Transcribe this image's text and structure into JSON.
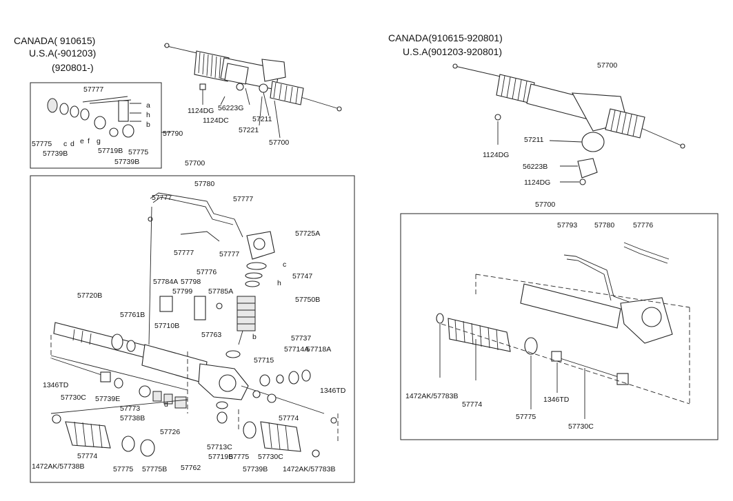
{
  "headers": {
    "left_1": "CANADA( 910615)",
    "left_2": "U.S.A(-901203)",
    "left_3": "(920801-)",
    "right_1": "CANADA(910615-920801)",
    "right_2": "U.S.A(901203-920801)"
  },
  "labels": [
    {
      "id": "l-57777-a",
      "text": "57777"
    },
    {
      "id": "l-a",
      "text": "a"
    },
    {
      "id": "l-h",
      "text": "h"
    },
    {
      "id": "l-b",
      "text": "b"
    },
    {
      "id": "l-57775-a",
      "text": "57775"
    },
    {
      "id": "l-c",
      "text": "c"
    },
    {
      "id": "l-d",
      "text": "d"
    },
    {
      "id": "l-e",
      "text": "e"
    },
    {
      "id": "l-f",
      "text": "f"
    },
    {
      "id": "l-g",
      "text": "g"
    },
    {
      "id": "l-57739b-a",
      "text": "57739B"
    },
    {
      "id": "l-57719b-a",
      "text": "57719B"
    },
    {
      "id": "l-57775-b",
      "text": "57775"
    },
    {
      "id": "l-57739b-b",
      "text": "57739B"
    },
    {
      "id": "l-57790",
      "text": "57790"
    },
    {
      "id": "l-1124dg-a",
      "text": "1124DG"
    },
    {
      "id": "l-56223g-a",
      "text": "56223G"
    },
    {
      "id": "l-1124dc",
      "text": "1124DC"
    },
    {
      "id": "l-57211-a",
      "text": "57211"
    },
    {
      "id": "l-57221",
      "text": "57221"
    },
    {
      "id": "l-57700-a",
      "text": "57700"
    },
    {
      "id": "l-57700-b",
      "text": "57700"
    },
    {
      "id": "l-57780",
      "text": "57780"
    },
    {
      "id": "l-57777-b",
      "text": "57777"
    },
    {
      "id": "l-57777-c",
      "text": "57777"
    },
    {
      "id": "l-57725a",
      "text": "57725A"
    },
    {
      "id": "l-57777-d",
      "text": "57777"
    },
    {
      "id": "l-57777-e",
      "text": "57777"
    },
    {
      "id": "l-57776-a",
      "text": "57776"
    },
    {
      "id": "l-c2",
      "text": "c"
    },
    {
      "id": "l-57747",
      "text": "57747"
    },
    {
      "id": "l-57784a",
      "text": "57784A"
    },
    {
      "id": "l-57798",
      "text": "57798"
    },
    {
      "id": "l-57799",
      "text": "57799"
    },
    {
      "id": "l-57785a",
      "text": "57785A"
    },
    {
      "id": "l-h2",
      "text": "h"
    },
    {
      "id": "l-57750b",
      "text": "57750B"
    },
    {
      "id": "l-57720b",
      "text": "57720B"
    },
    {
      "id": "l-57761",
      "text": "57761B"
    },
    {
      "id": "l-57710b",
      "text": "57710B"
    },
    {
      "id": "l-57763",
      "text": "57763"
    },
    {
      "id": "l-b2",
      "text": "b"
    },
    {
      "id": "l-57737",
      "text": "57737"
    },
    {
      "id": "l-57714a",
      "text": "57714A"
    },
    {
      "id": "l-57718a",
      "text": "57718A"
    },
    {
      "id": "l-57715",
      "text": "57715"
    },
    {
      "id": "l-1346td-a",
      "text": "1346TD"
    },
    {
      "id": "l-57730c-a",
      "text": "57730C"
    },
    {
      "id": "l-57739e",
      "text": "57739E"
    },
    {
      "id": "l-57773",
      "text": "57773"
    },
    {
      "id": "l-57738b",
      "text": "57738B"
    },
    {
      "id": "l-d2",
      "text": "d"
    },
    {
      "id": "l-1346td-b",
      "text": "1346TD"
    },
    {
      "id": "l-57774-a",
      "text": "57774"
    },
    {
      "id": "l-57726",
      "text": "57726"
    },
    {
      "id": "l-57713c",
      "text": "57713C"
    },
    {
      "id": "l-57719b-b",
      "text": "57719B"
    },
    {
      "id": "l-57774-b",
      "text": "57774"
    },
    {
      "id": "l-1472ak-a",
      "text": "1472AK/57738B"
    },
    {
      "id": "l-57775-c",
      "text": "57775"
    },
    {
      "id": "l-57775b",
      "text": "57775B"
    },
    {
      "id": "l-57762",
      "text": "57762"
    },
    {
      "id": "l-57775-d",
      "text": "57775"
    },
    {
      "id": "l-57730c-b",
      "text": "57730C"
    },
    {
      "id": "l-57739b-c",
      "text": "57739B"
    },
    {
      "id": "l-1472ak-b",
      "text": "1472AK/57783B"
    },
    {
      "id": "l-57700-c",
      "text": "57700"
    },
    {
      "id": "l-1124dg-b",
      "text": "1124DG"
    },
    {
      "id": "l-57211-b",
      "text": "57211"
    },
    {
      "id": "l-56223b",
      "text": "56223B"
    },
    {
      "id": "l-1124dg-c",
      "text": "1124DG"
    },
    {
      "id": "l-57700-d",
      "text": "57700"
    },
    {
      "id": "l-57793",
      "text": "57793"
    },
    {
      "id": "l-57780-b",
      "text": "57780"
    },
    {
      "id": "l-57776-b",
      "text": "57776"
    },
    {
      "id": "l-1472ak-c",
      "text": "1472AK/57783B"
    },
    {
      "id": "l-57774-c",
      "text": "57774"
    },
    {
      "id": "l-57775-e",
      "text": "57775"
    },
    {
      "id": "l-1346td-c",
      "text": "1346TD"
    },
    {
      "id": "l-57730c-c",
      "text": "57730C"
    }
  ]
}
